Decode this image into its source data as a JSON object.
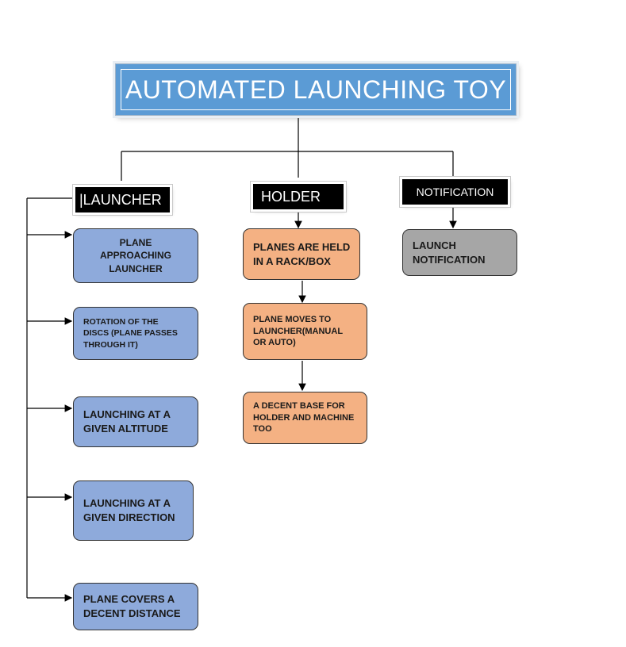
{
  "title": "AUTOMATED LAUNCHING TOY",
  "columns": {
    "launcher": {
      "header": "|LAUNCHER",
      "items": [
        "PLANE\nAPPROACHING\nLAUNCHER",
        "ROTATION OF THE\nDISCS (PLANE PASSES\nTHROUGH IT)",
        "LAUNCHING AT A\nGIVEN ALTITUDE",
        "LAUNCHING AT A\nGIVEN DIRECTION",
        "PLANE COVERS A\nDECENT DISTANCE"
      ]
    },
    "holder": {
      "header": "HOLDER",
      "items": [
        "PLANES ARE HELD\nIN A RACK/BOX",
        "PLANE MOVES TO\nLAUNCHER(MANUAL\nOR AUTO)",
        "A DECENT  BASE FOR\nHOLDER AND MACHINE\nTOO"
      ]
    },
    "notification": {
      "header": "NOTIFICATION",
      "items": [
        "LAUNCH\nNOTIFICATION"
      ]
    }
  },
  "colors": {
    "title_fill": "#5b9bd5",
    "launcher_fill": "#8eaadb",
    "holder_fill": "#f4b183",
    "notification_fill": "#a6a6a6",
    "header_fill": "#000000"
  }
}
